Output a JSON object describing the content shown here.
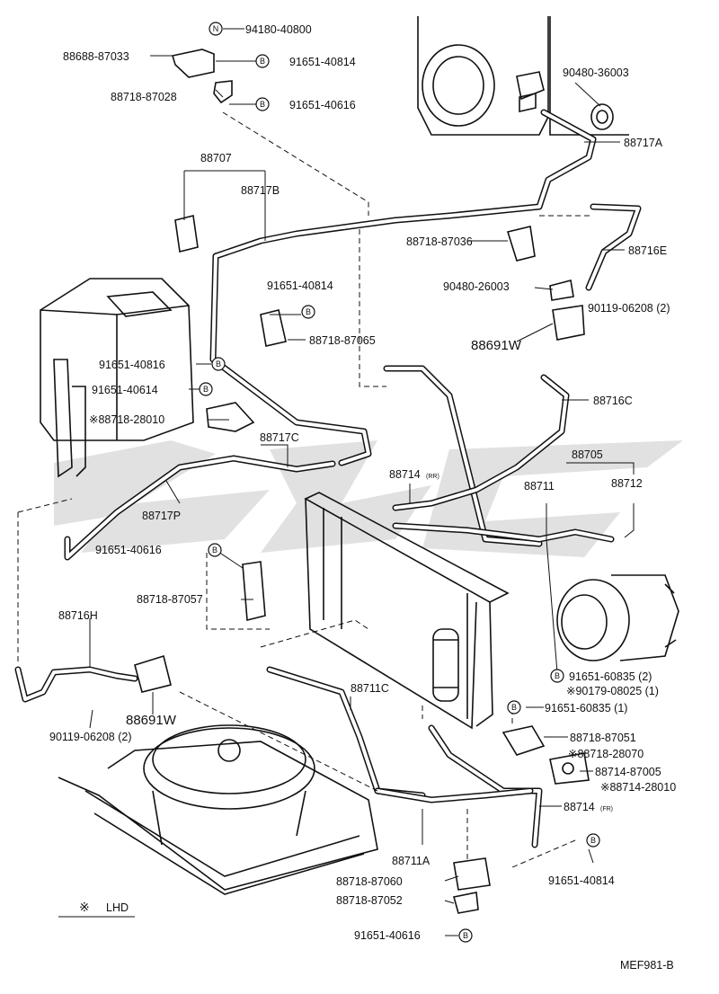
{
  "parts": [
    {
      "id": "p1",
      "text": "94180-40800",
      "marker": "N"
    },
    {
      "id": "p2",
      "text": "88688-87033",
      "marker": ""
    },
    {
      "id": "p3",
      "text": "91651-40814",
      "marker": "B"
    },
    {
      "id": "p4",
      "text": "88718-87028",
      "marker": ""
    },
    {
      "id": "p5",
      "text": "91651-40616",
      "marker": "B"
    },
    {
      "id": "p6",
      "text": "90480-36003",
      "marker": ""
    },
    {
      "id": "p7",
      "text": "88717A",
      "marker": ""
    },
    {
      "id": "p8",
      "text": "88707",
      "marker": ""
    },
    {
      "id": "p9",
      "text": "88717B",
      "marker": ""
    },
    {
      "id": "p10",
      "text": "88718-87036",
      "marker": ""
    },
    {
      "id": "p11",
      "text": "88716E",
      "marker": ""
    },
    {
      "id": "p12",
      "text": "90480-26003",
      "marker": ""
    },
    {
      "id": "p13",
      "text": "91651-40814",
      "marker": ""
    },
    {
      "id": "p14",
      "text": "90119-06208 (2)",
      "marker": ""
    },
    {
      "id": "p15",
      "text": "88718-87065",
      "marker": ""
    },
    {
      "id": "p16",
      "text": "88691W",
      "marker": ""
    },
    {
      "id": "p17",
      "text": "91651-40816",
      "marker": "B"
    },
    {
      "id": "p18",
      "text": "91651-40614",
      "marker": "B"
    },
    {
      "id": "p19",
      "text": "※88718-28010",
      "marker": ""
    },
    {
      "id": "p20",
      "text": "88716C",
      "marker": ""
    },
    {
      "id": "p21",
      "text": "88717C",
      "marker": ""
    },
    {
      "id": "p22",
      "text": "88705",
      "marker": ""
    },
    {
      "id": "p23",
      "text": "88714",
      "sub": "(RR)",
      "marker": ""
    },
    {
      "id": "p24",
      "text": "88711",
      "marker": ""
    },
    {
      "id": "p25",
      "text": "88712",
      "marker": ""
    },
    {
      "id": "p26",
      "text": "88717P",
      "marker": ""
    },
    {
      "id": "p27",
      "text": "91651-40616",
      "marker": "B"
    },
    {
      "id": "p28",
      "text": "88718-87057",
      "marker": ""
    },
    {
      "id": "p29",
      "text": "88716H",
      "marker": ""
    },
    {
      "id": "p30",
      "text": "91651-60835 (2)",
      "marker": "B"
    },
    {
      "id": "p31",
      "text": "※90179-08025 (1)",
      "marker": ""
    },
    {
      "id": "p32",
      "text": "88711C",
      "marker": ""
    },
    {
      "id": "p33",
      "text": "91651-60835 (1)",
      "marker": "B"
    },
    {
      "id": "p34",
      "text": "88691W",
      "marker": ""
    },
    {
      "id": "p35",
      "text": "90119-06208 (2)",
      "marker": ""
    },
    {
      "id": "p36",
      "text": "88718-87051",
      "marker": ""
    },
    {
      "id": "p37",
      "text": "※88718-28070",
      "marker": ""
    },
    {
      "id": "p38",
      "text": "88714-87005",
      "marker": ""
    },
    {
      "id": "p39",
      "text": "※88714-28010",
      "marker": ""
    },
    {
      "id": "p40",
      "text": "88714",
      "sub": "(FR)",
      "marker": ""
    },
    {
      "id": "p41",
      "text": "88711A",
      "marker": ""
    },
    {
      "id": "p42",
      "text": "88718-87060",
      "marker": ""
    },
    {
      "id": "p43",
      "text": "91651-40814",
      "marker": "B"
    },
    {
      "id": "p44",
      "text": "88718-87052",
      "marker": ""
    },
    {
      "id": "p45",
      "text": "91651-40616",
      "marker": "B"
    }
  ],
  "legend": {
    "symbol": "※",
    "text": "LHD"
  },
  "figure_code": "MEF981-B",
  "colors": {
    "ink": "#111111",
    "background": "#ffffff",
    "watermark": "#c9c9c9"
  }
}
